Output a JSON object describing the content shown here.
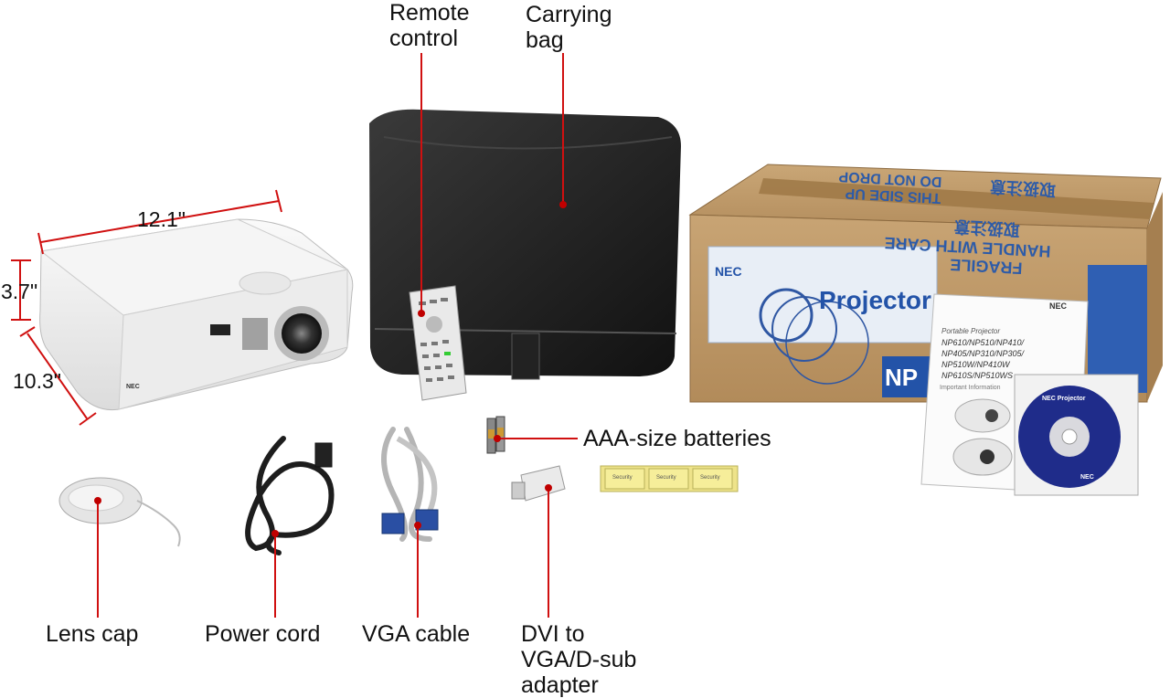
{
  "dimensions": {
    "width": "12.1\"",
    "height": "3.7\"",
    "depth": "10.3\""
  },
  "callouts": {
    "remote": [
      "Remote",
      "control"
    ],
    "bag": [
      "Carrying",
      "bag"
    ],
    "batteries": "AAA-size batteries",
    "lens_cap": "Lens cap",
    "power_cord": "Power cord",
    "vga_cable": "VGA cable",
    "adapter": [
      "DVI to",
      "VGA/D-sub",
      "adapter"
    ]
  },
  "projector": {
    "brand": "NEC"
  },
  "box": {
    "brand": "NEC",
    "title": "Projector",
    "model_fragment": "NP",
    "handling_1": "FRAGILE",
    "handling_2": "HANDLE WITH CARE",
    "handling_3": "取扱注意",
    "handling_4": "THIS SIDE UP",
    "handling_5": "DO NOT DROP",
    "handling_6": "取扱注意"
  },
  "manual": {
    "brand": "NEC",
    "subtitle": "Portable Projector",
    "models": [
      "NP610/NP510/NP410/",
      "NP405/NP310/NP305/",
      "NP510W/NP410W",
      "NP610S/NP510WS"
    ],
    "section": "Important Information"
  },
  "cd": {
    "title": "NEC Projector",
    "brand": "NEC"
  },
  "stickers": [
    "Security",
    "Security",
    "Security"
  ],
  "colors": {
    "callout_line": "#d01010",
    "callout_dot": "#c00000",
    "dim_line": "#d01010"
  }
}
